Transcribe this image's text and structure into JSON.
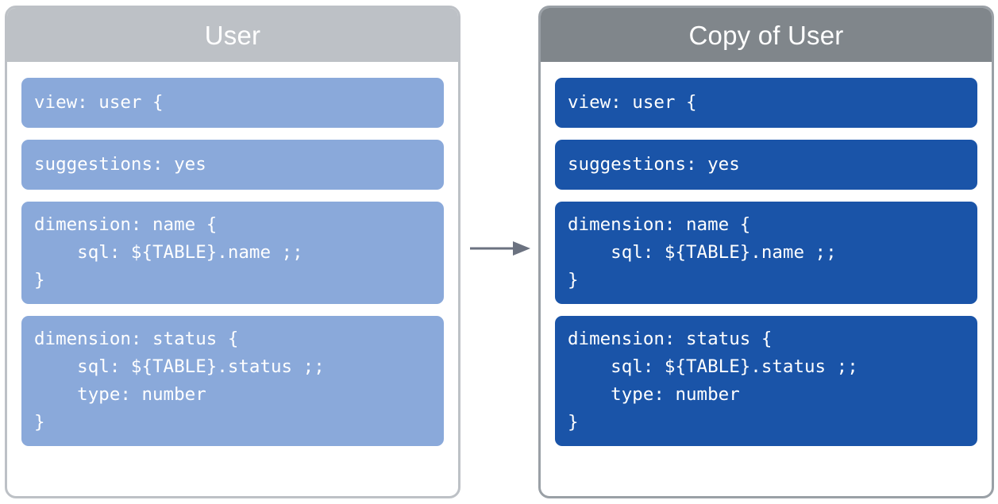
{
  "diagram": {
    "title_left": "User",
    "title_right": "Copy of User",
    "arrow_label": "copies-to-arrow",
    "colors": {
      "header_left": "#bdc1c6",
      "header_right": "#80868b",
      "card_left": "#8aa9da",
      "card_right": "#1a54a8",
      "border_left": "#bdc1c6",
      "border_right": "#9aa0a6",
      "arrow": "#6b7280",
      "text": "#ffffff",
      "background": "#ffffff"
    }
  },
  "left_panel": {
    "title": "User",
    "blocks": [
      {
        "id": "view",
        "code": "view: user {"
      },
      {
        "id": "suggestions",
        "code": "suggestions: yes"
      },
      {
        "id": "dimension-name",
        "code": "dimension: name {\n    sql: ${TABLE}.name ;;\n}"
      },
      {
        "id": "dimension-status",
        "code": "dimension: status {\n    sql: ${TABLE}.status ;;\n    type: number\n}"
      }
    ]
  },
  "right_panel": {
    "title": "Copy of User",
    "blocks": [
      {
        "id": "view",
        "code": "view: user {"
      },
      {
        "id": "suggestions",
        "code": "suggestions: yes"
      },
      {
        "id": "dimension-name",
        "code": "dimension: name {\n    sql: ${TABLE}.name ;;\n}"
      },
      {
        "id": "dimension-status",
        "code": "dimension: status {\n    sql: ${TABLE}.status ;;\n    type: number\n}"
      }
    ]
  }
}
